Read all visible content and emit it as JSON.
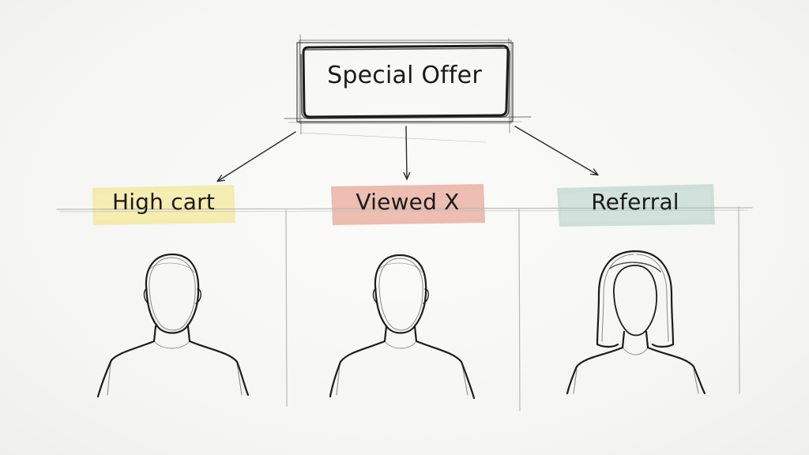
{
  "diagram": {
    "root": {
      "label": "Special Offer"
    },
    "segments": [
      {
        "label": "High cart",
        "highlight_color": "#f3e9a6",
        "person": "short-hair-figure"
      },
      {
        "label": "Viewed X",
        "highlight_color": "#eab5a6",
        "person": "short-hair-figure"
      },
      {
        "label": "Referral",
        "highlight_color": "#c9dcd6",
        "person": "long-hair-figure"
      }
    ],
    "ink_color": "#1c1c1c"
  }
}
